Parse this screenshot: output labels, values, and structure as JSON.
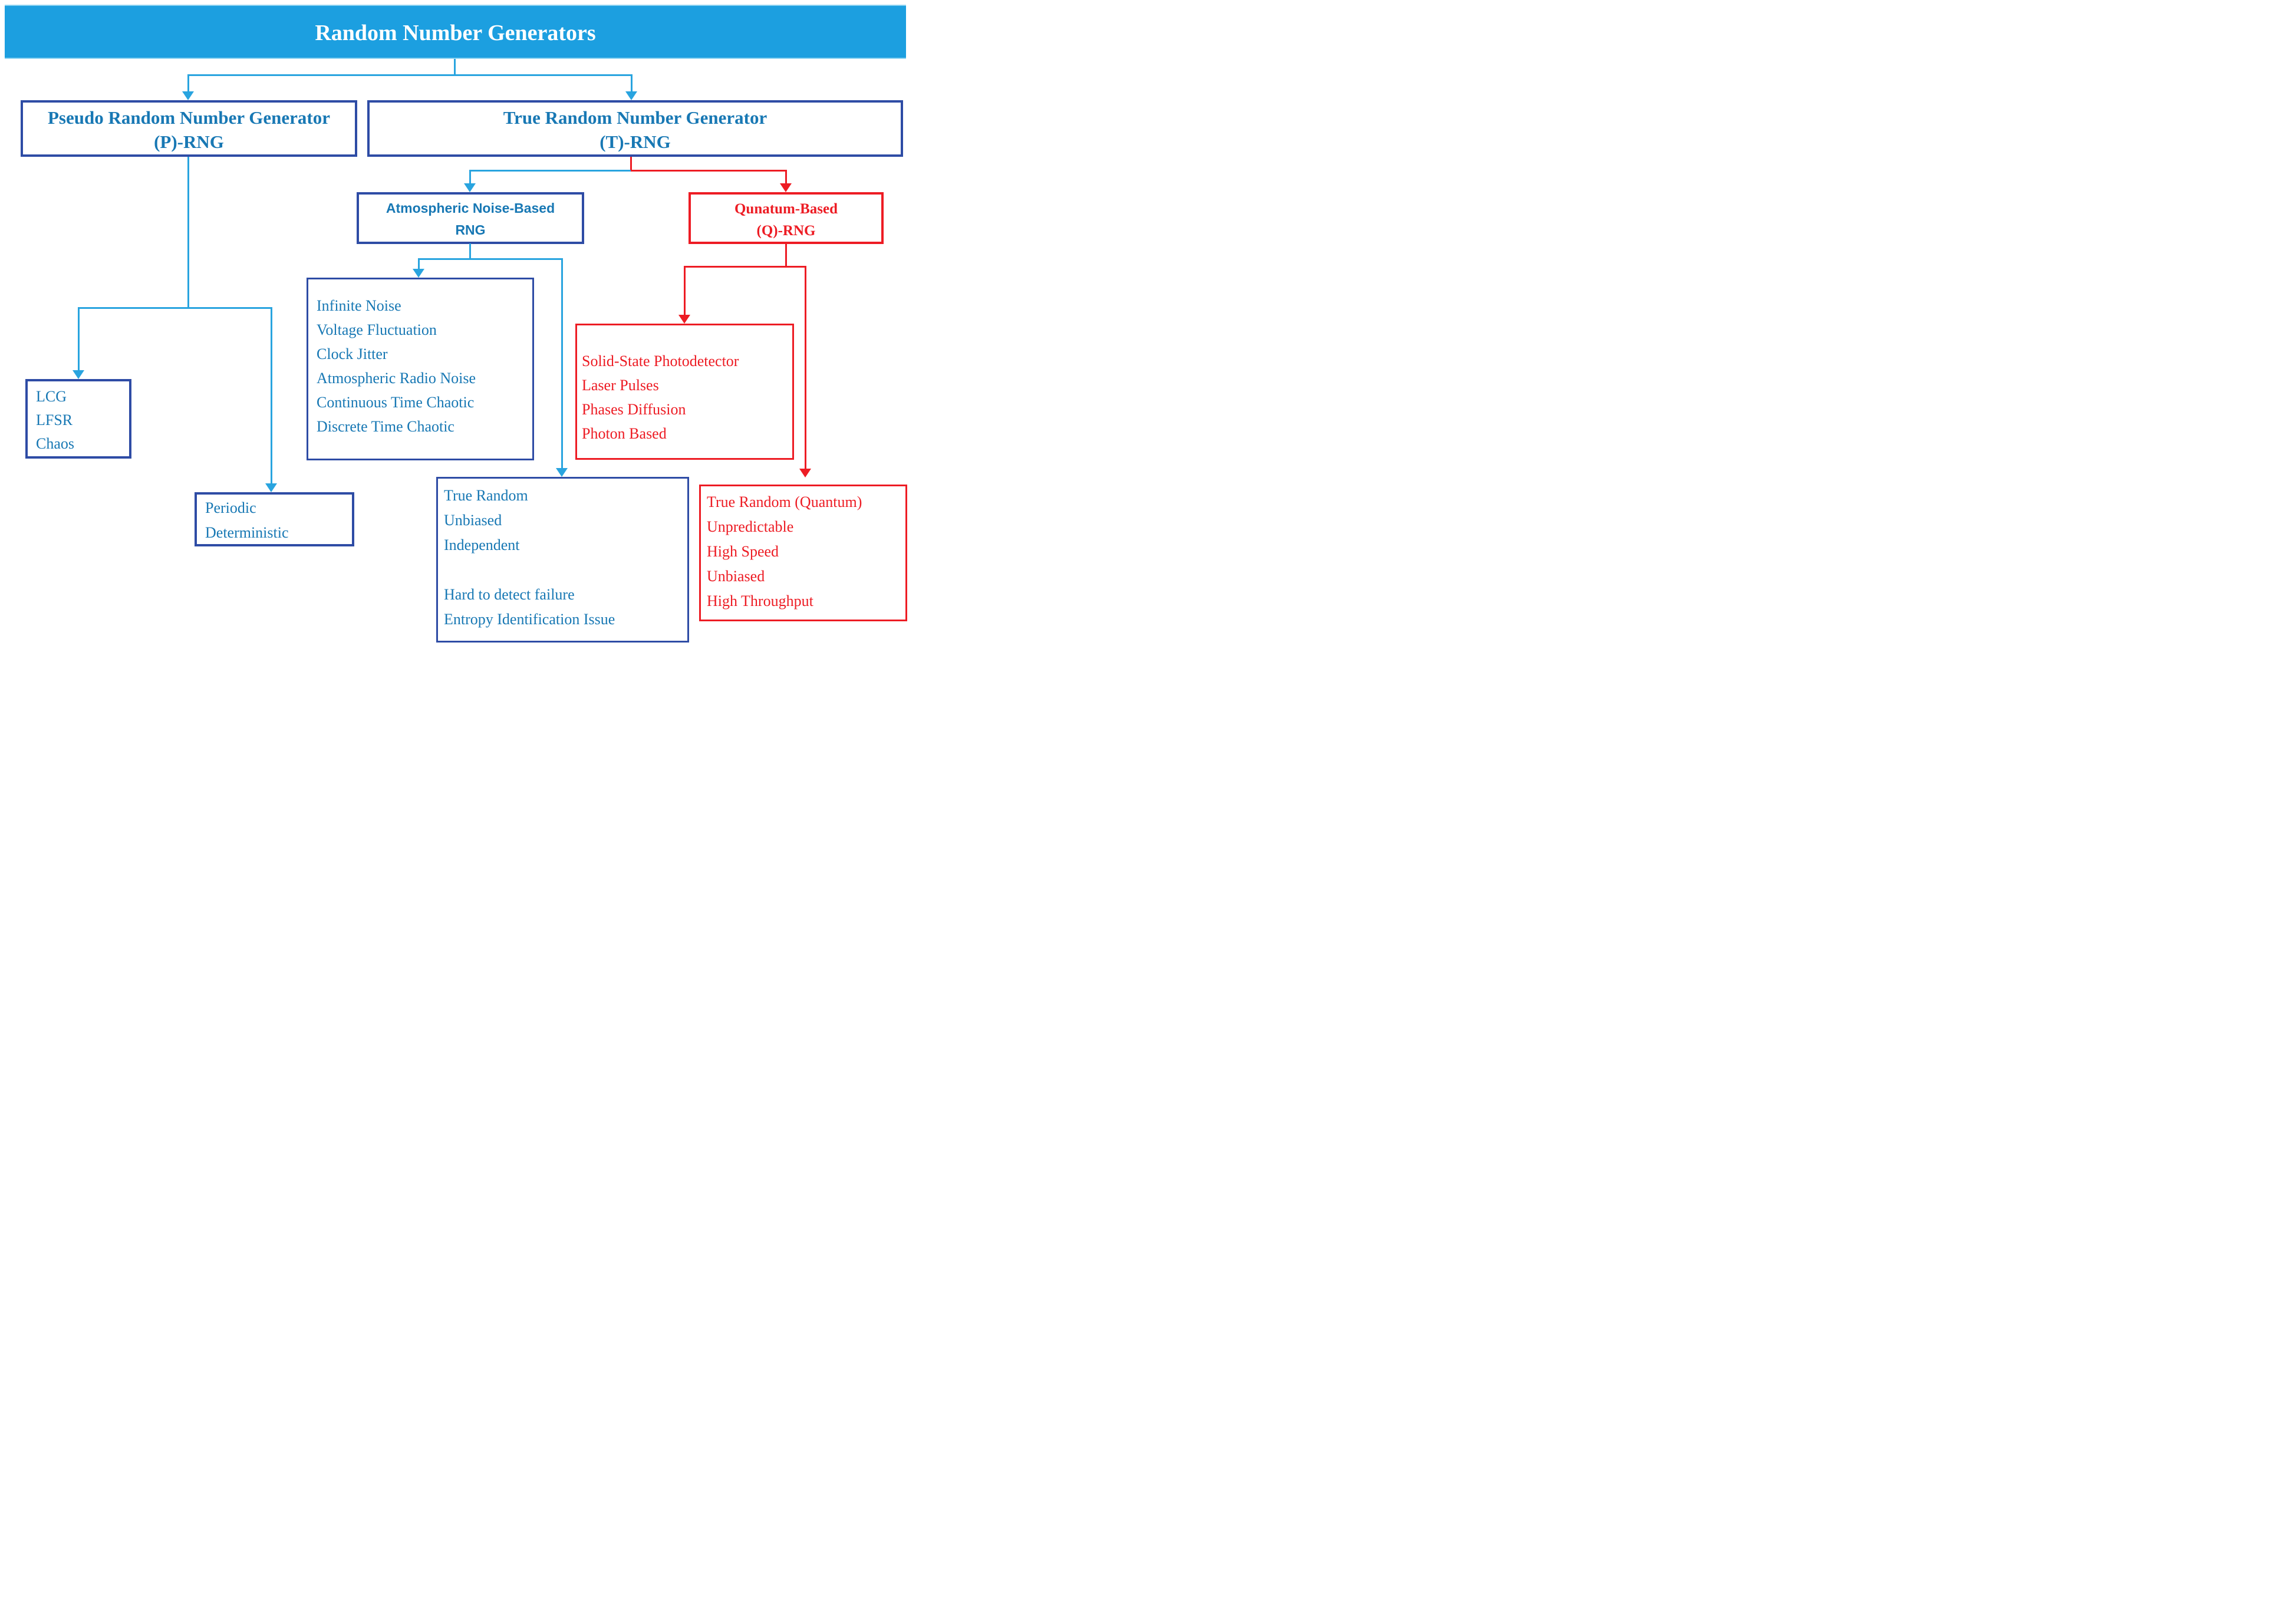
{
  "title": {
    "text": "Random Number Generators"
  },
  "colors": {
    "title_bg": "#1C9FE0",
    "title_text": "#FFFFFF",
    "connector_blue": "#29A4DF",
    "border_navy": "#2E4CA5",
    "text_blue": "#1878B4",
    "red": "#ED1C24"
  },
  "nodes": {
    "prng": {
      "line1": "Pseudo Random Number Generator",
      "line2": "(P)-RNG"
    },
    "trng": {
      "line1": "True Random Number Generator",
      "line2": "(T)-RNG"
    },
    "atmospheric": {
      "line1": "Atmospheric Noise-Based",
      "line2": "RNG"
    },
    "quantum": {
      "line1": "Qunatum-Based",
      "line2": "(Q)-RNG"
    },
    "prng_algorithms": {
      "items": [
        "LCG",
        "LFSR",
        "Chaos"
      ]
    },
    "prng_properties": {
      "items": [
        "Periodic",
        "Deterministic"
      ]
    },
    "atmospheric_sources": {
      "items": [
        "Infinite Noise",
        "Voltage Fluctuation",
        "Clock Jitter",
        "Atmospheric Radio Noise",
        "Continuous Time Chaotic",
        "Discrete Time Chaotic"
      ]
    },
    "quantum_sources": {
      "items": [
        "Solid-State Photodetector",
        "Laser Pulses",
        "Phases Diffusion",
        "Photon Based"
      ]
    },
    "trng_properties": {
      "items": [
        "True Random",
        "Unbiased",
        "Independent",
        "",
        "Hard to detect failure",
        "Entropy Identification Issue"
      ]
    },
    "qrng_properties": {
      "items": [
        "True Random (Quantum)",
        "Unpredictable",
        "High Speed",
        "Unbiased",
        "High Throughput"
      ]
    }
  }
}
